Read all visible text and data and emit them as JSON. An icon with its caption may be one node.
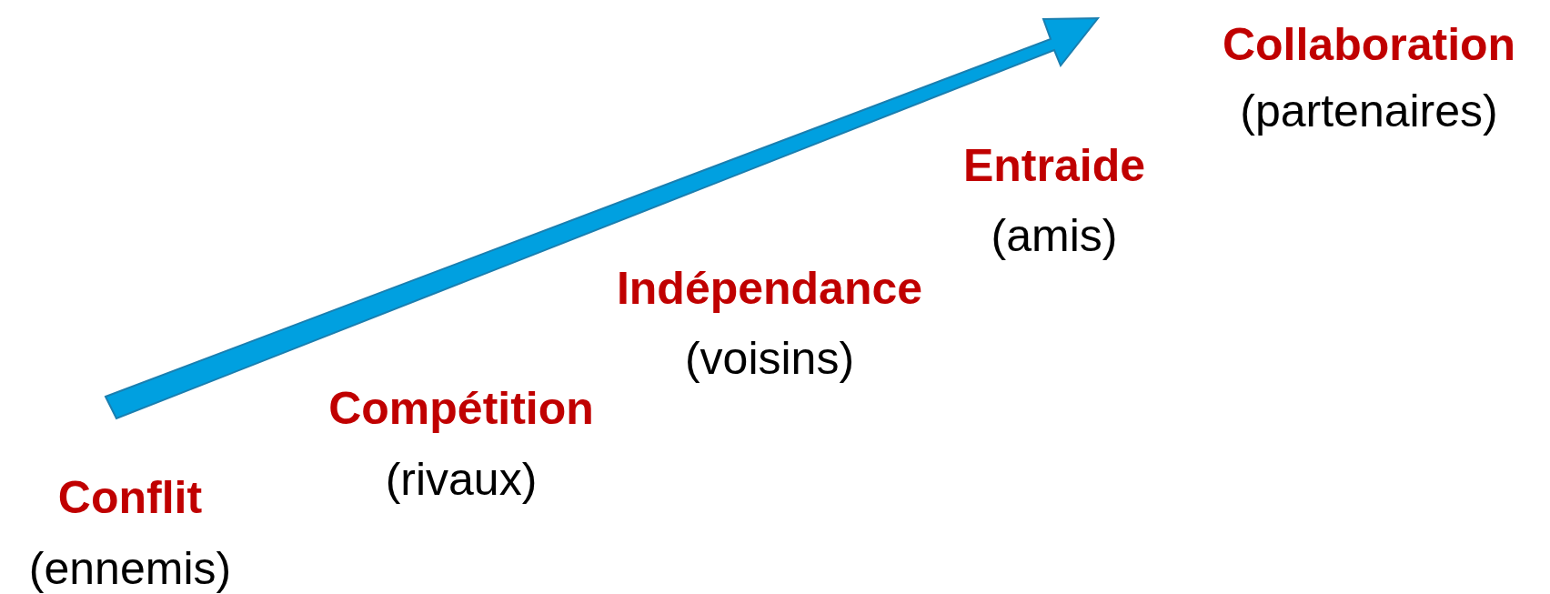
{
  "diagram": {
    "labels": [
      "Conflit",
      "(ennemis)",
      "Compétition",
      "(rivaux)",
      "Indépendance",
      "(voisins)",
      "Entraide",
      "(amis)",
      "Collaboration",
      "(partenaires)"
    ]
  }
}
